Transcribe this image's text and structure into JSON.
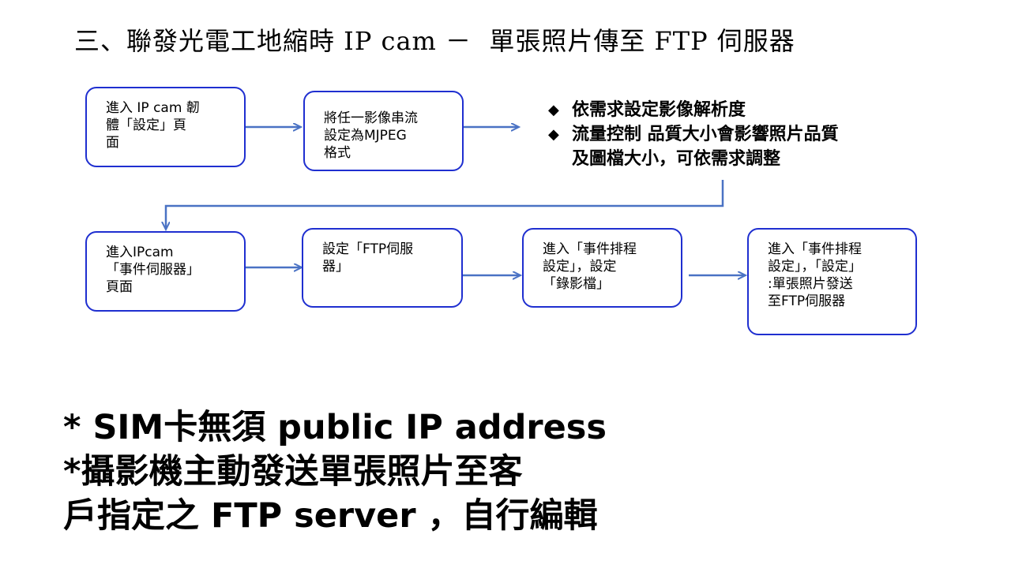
{
  "title": "三、聯發光電工地縮時 IP cam －  單張照片傳至 FTP 伺服器",
  "colors": {
    "box_border": "#1f2fd0",
    "arrow": "#4a72c4"
  },
  "flow_row1": [
    {
      "lines": [
        "進入 IP cam 韌",
        "體「設定」頁",
        "面"
      ]
    },
    {
      "lines": [
        "將任一影像串流",
        "設定為MJPEG",
        "格式"
      ]
    }
  ],
  "notes": [
    {
      "bullet": "◆",
      "text": "依需求設定影像解析度"
    },
    {
      "bullet": "◆",
      "text": "流量控制 品質大小會影響照片品質"
    },
    {
      "bullet": "",
      "text": "及圖檔大小，可依需求調整"
    }
  ],
  "flow_row2": [
    {
      "lines": [
        "進入IPcam",
        "「事件伺服器」",
        "頁面"
      ]
    },
    {
      "lines": [
        "設定「FTP伺服",
        "器」"
      ]
    },
    {
      "lines": [
        "進入「事件排程",
        "設定」，設定",
        "「錄影檔」"
      ]
    },
    {
      "lines": [
        "進入「事件排程",
        "設定」，「設定」",
        ":單張照片發送",
        "至FTP伺服器"
      ]
    }
  ],
  "bottom_text": [
    "* SIM卡無須 public IP address",
    "*攝影機主動發送單張照片至客",
    "戶指定之 FTP server ，自行編輯"
  ]
}
